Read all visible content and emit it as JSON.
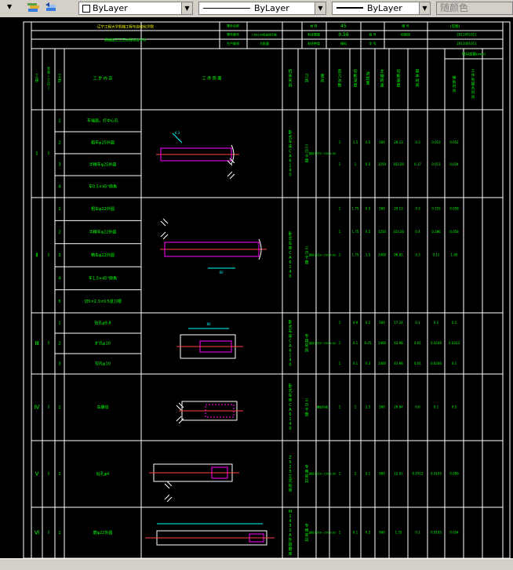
{
  "toolbar": {
    "dropdown_arrow": "▼",
    "layer_color_label": "ByLayer",
    "linetype_label": "ByLayer",
    "lineweight_label": "ByLayer",
    "plotstyle_label": "随颜色"
  },
  "header": {
    "school_title": "辽宁工程大学机械工程与自动化学院",
    "card_title": "机械加工工艺过程综合卡片",
    "part_name_label": "零件名称",
    "part_name_value": "",
    "material_label": "材 料",
    "material_value": "45",
    "drawing_no_label": "图 号",
    "drawing_no_value": "(见图)",
    "code_label": "零件图号",
    "code_value": "CA6140机床拨叉轴",
    "hardness_label": "毛坯重量",
    "hardness_value": "0.56",
    "class_label": "班 号",
    "class_value": "机制班",
    "prod_label": "生产纲领",
    "prod_value": "大批量",
    "blank_label": "毛坯种类",
    "blank_value": "棒料",
    "name_label": "学 号",
    "name_value": "2011001011",
    "date_value": "2011001011"
  },
  "columns": [
    "工序",
    "安装(工位)",
    "工步",
    "工 步 内 容",
    "工 序 简 图",
    "机床夹具",
    "刀具",
    "量具",
    "走刀次数",
    "切削深度",
    "进给量",
    "主轴转速",
    "切削速度",
    "基本时间",
    "辅助时间",
    "工作地服务时间"
  ],
  "time_group_label": "时间定额(min)",
  "sections": [
    {
      "op": "Ⅰ",
      "install": "Ⅰ",
      "fixture": "卧式车床CA6140",
      "tool": "三爪卡盘",
      "gauge": "游标卡尺0~150 0.02",
      "steps": [
        {
          "no": "1",
          "content": "车端面，打中心孔",
          "passes": "",
          "depth": "",
          "feed": "",
          "speed": "",
          "vel": "",
          "t1": "",
          "t2": "",
          "t3": ""
        },
        {
          "no": "2",
          "content": "粗车φ25外圆",
          "passes": "1",
          "depth": "1.5",
          "feed": "0.5",
          "speed": "560",
          "vel": "28.13",
          "t1": "0.3",
          "t2": "0.012",
          "t3": "0.052"
        },
        {
          "no": "3",
          "content": "半精车φ25外圆",
          "passes": "1",
          "depth": "1",
          "feed": "0.5",
          "speed": "1250",
          "vel": "103.26",
          "t1": "0.17",
          "t2": "0.011",
          "t3": "0.034"
        },
        {
          "no": "4",
          "content": "车0.5×45°倒角",
          "passes": "",
          "depth": "",
          "feed": "",
          "speed": "",
          "vel": "",
          "t1": "",
          "t2": "",
          "t3": ""
        }
      ]
    },
    {
      "op": "Ⅱ",
      "install": "Ⅰ",
      "fixture": "卧式车床CA6140",
      "tool": "三爪卡盘",
      "gauge": "游标卡尺0~150 0.02",
      "steps": [
        {
          "no": "1",
          "content": "粗车φ22外圆",
          "passes": "1",
          "depth": "1.75",
          "feed": "0.5",
          "speed": "560",
          "vel": "29.13",
          "t1": "0.3",
          "t2": "0.155",
          "t3": "0.058"
        },
        {
          "no": "2",
          "content": "半精车φ22外圆",
          "passes": "1",
          "depth": "1.75",
          "feed": "0.5",
          "speed": "1250",
          "vel": "103.26",
          "t1": "0.4",
          "t2": "0.286",
          "t3": "0.058"
        },
        {
          "no": "3",
          "content": "精车φ22外圆",
          "passes": "1",
          "depth": "1.75",
          "feed": "1.5",
          "speed": "1400",
          "vel": "96.81",
          "t1": "0.3",
          "t2": "0.11",
          "t3": "1.00"
        },
        {
          "no": "4",
          "content": "车1.5×45°倒角",
          "passes": "",
          "depth": "",
          "feed": "",
          "speed": "",
          "vel": "",
          "t1": "",
          "t2": "",
          "t3": ""
        },
        {
          "no": "5",
          "content": "切5×2.3×0.5退刀槽",
          "passes": "",
          "depth": "",
          "feed": "",
          "speed": "",
          "vel": "",
          "t1": "",
          "t2": "",
          "t3": ""
        }
      ]
    },
    {
      "op": "Ⅲ",
      "install": "Ⅰ",
      "fixture": "卧式车床CA6140",
      "tool": "专用夹具",
      "gauge": "游标卡尺0~150 0.02",
      "steps": [
        {
          "no": "1",
          "content": "钻孔φ9.8",
          "passes": "1",
          "depth": "4.9",
          "feed": "0.2",
          "speed": "560",
          "vel": "17.24",
          "t1": "0.1",
          "t2": "0.1",
          "t3": "0.5"
        },
        {
          "no": "2",
          "content": "扩孔φ10",
          "passes": "1",
          "depth": "0.1",
          "feed": "0.25",
          "speed": "1400",
          "vel": "43.98",
          "t1": "0.01",
          "t2": "0.0246",
          "t3": "0.0333"
        },
        {
          "no": "3",
          "content": "铰孔φ10",
          "passes": "1",
          "depth": "0.1",
          "feed": "0.3",
          "speed": "1400",
          "vel": "43.98",
          "t1": "0.01",
          "t2": "0.0246",
          "t3": "0.1"
        }
      ]
    },
    {
      "op": "Ⅳ",
      "install": "Ⅰ",
      "fixture": "卧式车床CA6140",
      "tool": "三爪卡盘",
      "gauge": "螺纹环规",
      "steps": [
        {
          "no": "1",
          "content": "车螺纹",
          "passes": "1",
          "depth": "1",
          "feed": "1.5",
          "speed": "560",
          "vel": "29.84",
          "t1": "0.6",
          "t2": "0.1",
          "t3": "0.5"
        }
      ]
    },
    {
      "op": "Ⅴ",
      "install": "Ⅰ",
      "fixture": "Z525立式钻床",
      "tool": "专用夹具",
      "gauge": "游标卡尺0~150 0.02",
      "steps": [
        {
          "no": "1",
          "content": "钻孔φ4",
          "passes": "1",
          "depth": "2",
          "feed": "0.1",
          "speed": "960",
          "vel": "12.01",
          "t1": "0.0712",
          "t2": "0.0195",
          "t3": "0.099"
        }
      ]
    },
    {
      "op": "Ⅵ",
      "install": "Ⅰ",
      "fixture": "M1432A外圆磨床",
      "tool": "专用夹具",
      "gauge": "游标卡尺0~150 0.02",
      "steps": [
        {
          "no": "1",
          "content": "磨φ22外圆",
          "passes": "1",
          "depth": "0.1",
          "feed": "0.2",
          "speed": "960",
          "vel": "1.55",
          "t1": "0.1",
          "t2": "0.0195",
          "t3": "0.054"
        }
      ]
    }
  ]
}
